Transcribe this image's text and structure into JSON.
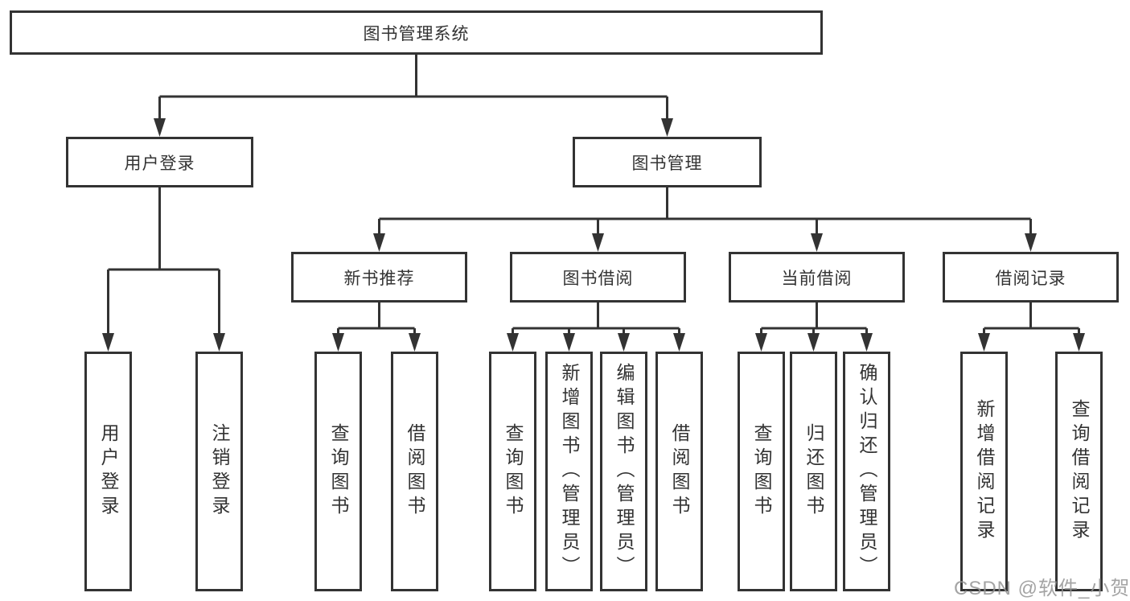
{
  "diagram": {
    "root": {
      "label": "图书管理系统"
    },
    "level2": [
      {
        "label": "用户登录"
      },
      {
        "label": "图书管理"
      }
    ],
    "login_children": [
      {
        "label": "用户登录"
      },
      {
        "label": "注销登录"
      }
    ],
    "groups": [
      {
        "label": "新书推荐",
        "children": [
          {
            "label": "查询图书"
          },
          {
            "label": "借阅图书"
          }
        ]
      },
      {
        "label": "图书借阅",
        "children": [
          {
            "label": "查询图书"
          },
          {
            "label": "新增图书（管理员）"
          },
          {
            "label": "编辑图书（管理员）"
          },
          {
            "label": "借阅图书"
          }
        ]
      },
      {
        "label": "当前借阅",
        "children": [
          {
            "label": "查询图书"
          },
          {
            "label": "归还图书"
          },
          {
            "label": "确认归还（管理员）"
          }
        ]
      },
      {
        "label": "借阅记录",
        "children": [
          {
            "label": "新增借阅记录"
          },
          {
            "label": "查询借阅记录"
          }
        ]
      }
    ]
  },
  "watermark": {
    "text": "CSDN @软件_小贺同学"
  },
  "colors": {
    "line": "#333333",
    "text": "#333333",
    "box_background": "#ffffff",
    "watermark": "#949494",
    "background": "#ffffff"
  }
}
